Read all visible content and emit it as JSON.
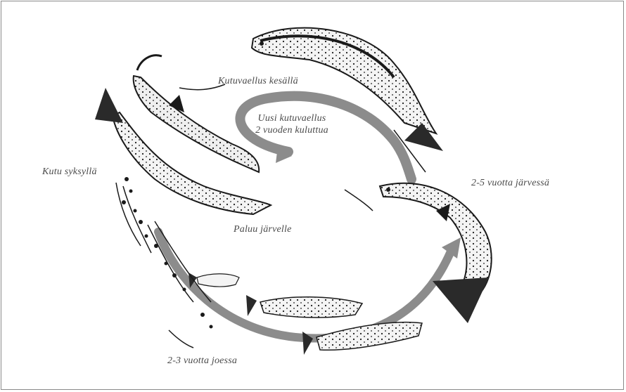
{
  "labels": {
    "spawning_migration": "Kutuvaellus kesällä",
    "new_migration_line1": "Uusi kutuvaellus",
    "new_migration_line2": "2 vuoden kuluttua",
    "lake_years": "2-5 vuotta järvessä",
    "spawning_autumn": "Kutu syksyllä",
    "return_to_lake": "Paluu järvelle",
    "river_years": "2-3 vuotta joessa"
  },
  "colors": {
    "arrow": "#8c8c8c",
    "ink": "#1a1a1a",
    "label": "#4a4a4a"
  }
}
